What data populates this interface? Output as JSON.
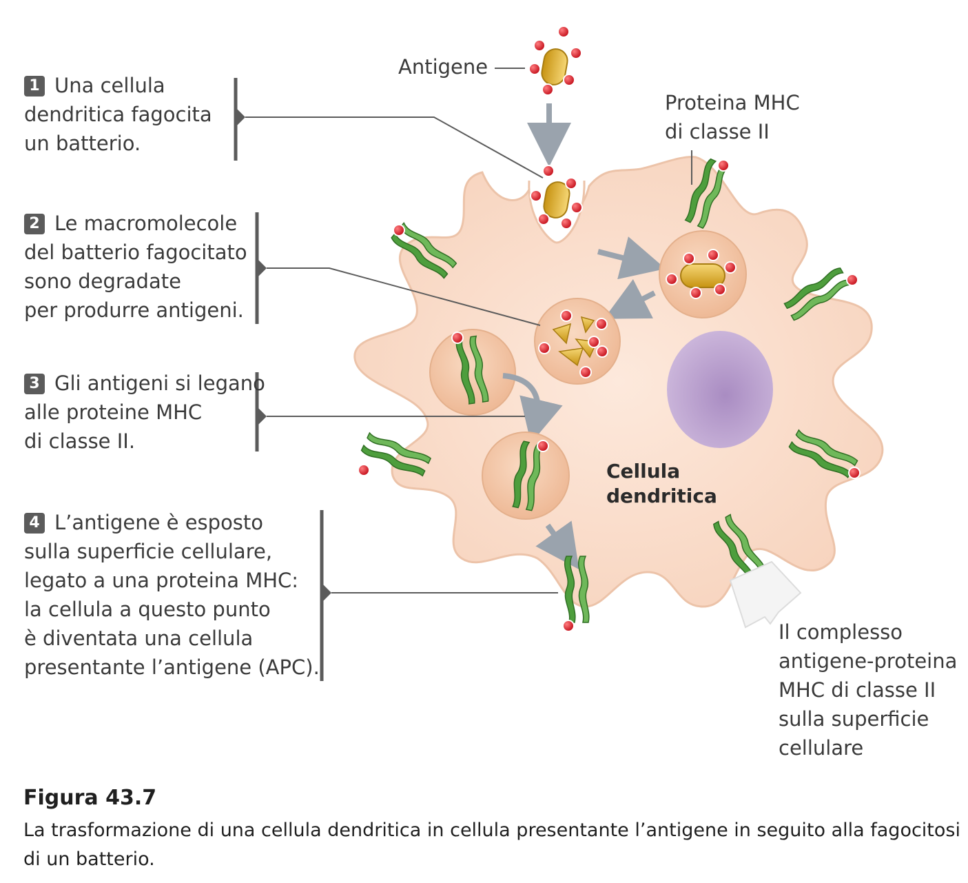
{
  "steps": [
    {
      "num": "1",
      "lines": [
        "Una cellula",
        "dendritica fagocita",
        "un batterio."
      ]
    },
    {
      "num": "2",
      "lines": [
        "Le macromolecole",
        "del batterio fagocitato",
        "sono degradate",
        "per produrre antigeni."
      ]
    },
    {
      "num": "3",
      "lines": [
        "Gli antigeni si legano",
        "alle proteine MHC",
        "di classe II."
      ]
    },
    {
      "num": "4",
      "lines": [
        "L’antigene è esposto",
        "sulla superficie cellulare,",
        "legato a una proteina MHC:",
        "la cellula a questo punto",
        "è diventata una cellula",
        "presentante l’antigene (APC)."
      ]
    }
  ],
  "labels": {
    "antigen": "Antigene",
    "mhc_top": [
      "Proteina MHC",
      "di classe II"
    ],
    "cell": [
      "Cellula",
      "dendritica"
    ],
    "complex": [
      "Il complesso",
      "antigene-proteina",
      "MHC di classe II",
      "sulla superficie",
      "cellulare"
    ]
  },
  "figure": {
    "title": "Figura 43.7",
    "caption": "La trasformazione di una cellula dendritica in cellula presentante l’antigene in seguito alla fagocitosi di un batterio."
  },
  "colors": {
    "cell_fill": "#fbe3d3",
    "vesicle_fill": "#f5c9a8",
    "nucleus": "#b9a1cf",
    "mhc_green": "#4e9e3d",
    "antigen_red": "#d8202c",
    "bacterium_gold": "#e0b22c",
    "arrow_gray": "#9aa3ad"
  }
}
